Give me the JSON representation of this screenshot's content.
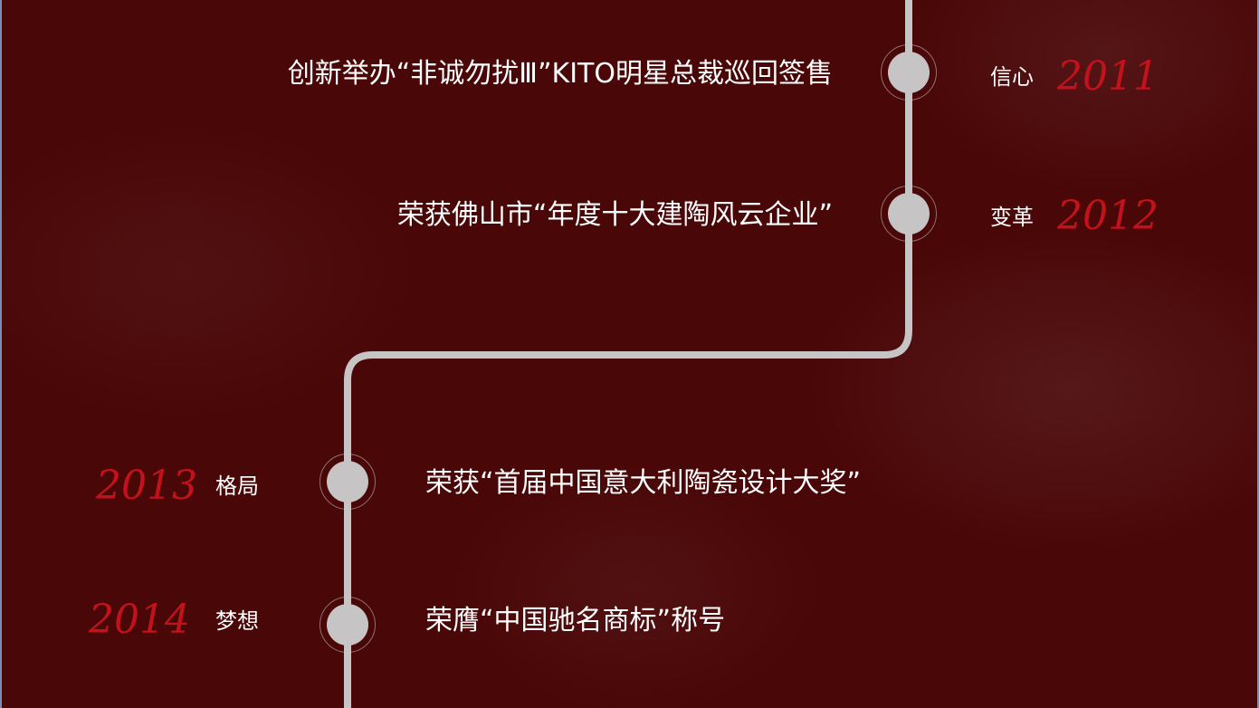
{
  "timeline": [
    {
      "year": "2011",
      "keyword": "信心",
      "event": "创新举办“非诚勿扰Ⅲ”KITO明星总裁巡回签售"
    },
    {
      "year": "2012",
      "keyword": "变革",
      "event": "荣获佛山市“年度十大建陶风云企业”"
    },
    {
      "year": "2013",
      "keyword": "格局",
      "event": "荣获“首届中国意大利陶瓷设计大奖”"
    },
    {
      "year": "2014",
      "keyword": "梦想",
      "event": "荣膺“中国驰名商标”称号"
    }
  ],
  "colors": {
    "background": "#4a0708",
    "line": "#c6c4c4",
    "year": "#c4121d",
    "text": "#ffffff"
  }
}
